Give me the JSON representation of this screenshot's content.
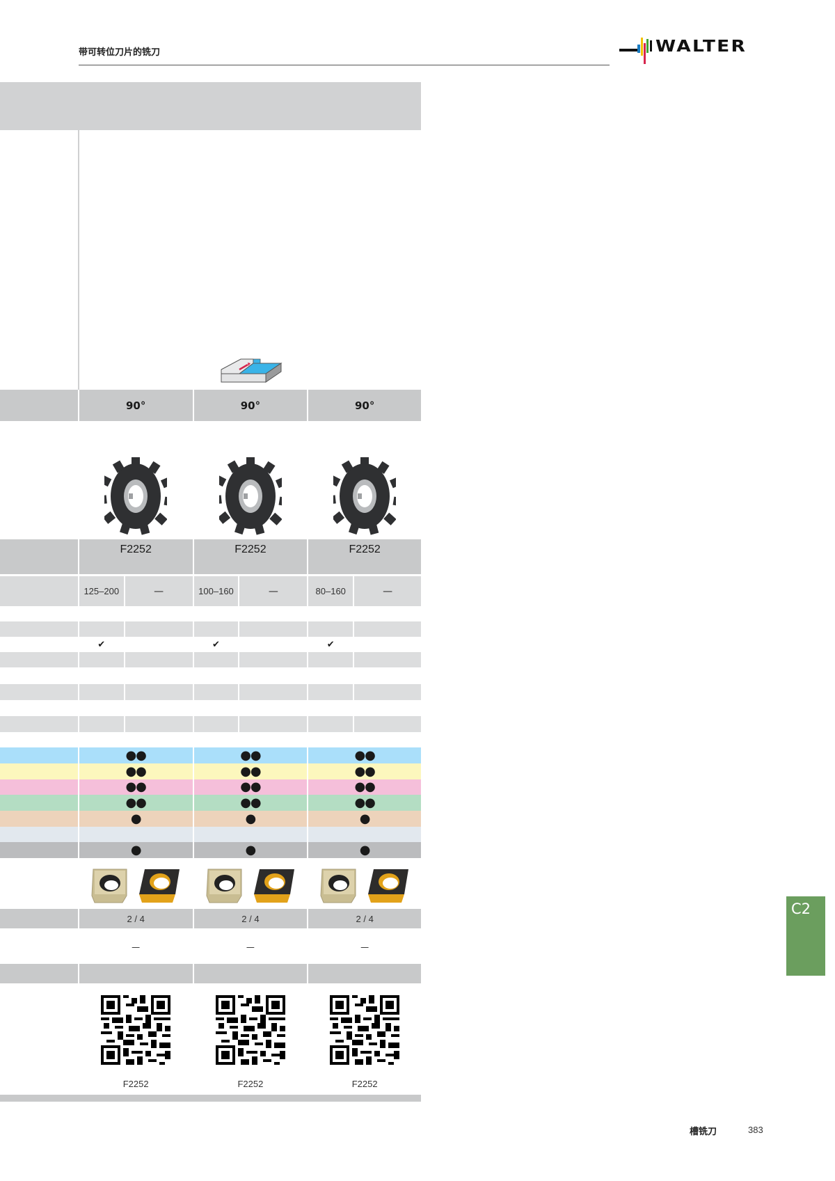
{
  "header": {
    "section_title": "带可转位刀片的铣刀",
    "logo_text": "WALTER",
    "logo_colors": [
      "#1a7cc1",
      "#f2c200",
      "#d6254d",
      "#3fa535"
    ]
  },
  "table": {
    "application_icon": "slot-milling-icon",
    "columns": [
      {
        "entering_angle": "90°",
        "product_image": "side-and-face-cutter-image",
        "type": "F2252",
        "diameter_range": "125–200",
        "diameter_alt": "—",
        "check_row_mark": "✔",
        "material_groups": {
          "P": "●●",
          "M": "●●",
          "K": "●●",
          "N": "●●",
          "S": "●",
          "H": "",
          "O": "●"
        },
        "inserts": [
          "insert-gold-square",
          "insert-black-gold-square"
        ],
        "cutting_edges": "2 / 4",
        "extra_value": "—",
        "qr_label": "F2252"
      },
      {
        "entering_angle": "90°",
        "product_image": "side-and-face-cutter-image",
        "type": "F2252",
        "diameter_range": "100–160",
        "diameter_alt": "—",
        "check_row_mark": "✔",
        "material_groups": {
          "P": "●●",
          "M": "●●",
          "K": "●●",
          "N": "●●",
          "S": "●",
          "H": "",
          "O": "●"
        },
        "inserts": [
          "insert-gold-square",
          "insert-black-gold-square"
        ],
        "cutting_edges": "2 / 4",
        "extra_value": "—",
        "qr_label": "F2252"
      },
      {
        "entering_angle": "90°",
        "product_image": "side-and-face-cutter-image",
        "type": "F2252",
        "diameter_range": "80–160",
        "diameter_alt": "—",
        "check_row_mark": "✔",
        "material_groups": {
          "P": "●●",
          "M": "●●",
          "K": "●●",
          "N": "●●",
          "S": "●",
          "H": "",
          "O": "●"
        },
        "inserts": [
          "insert-gold-square",
          "insert-black-gold-square"
        ],
        "cutting_edges": "2 / 4",
        "extra_value": "—",
        "qr_label": "F2252"
      }
    ],
    "material_row_colors": {
      "P": "#aadffa",
      "M": "#fcf7bd",
      "K": "#f5bfda",
      "N": "#b4ddc3",
      "S": "#edd3bb",
      "H": "#e2e8ee",
      "O": "#bbbcbe"
    }
  },
  "side_tab": {
    "label": "C2",
    "color": "#6b9e5e"
  },
  "footer": {
    "chapter_title": "槽铣刀",
    "page_number": "383"
  }
}
